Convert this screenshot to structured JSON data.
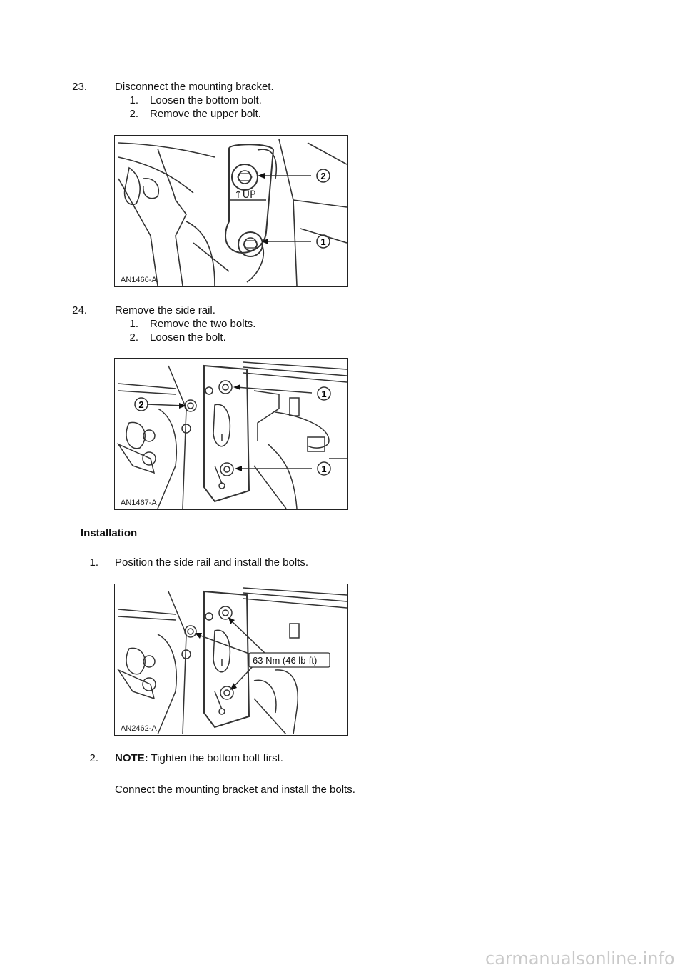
{
  "steps_removal": [
    {
      "number": "23.",
      "text": "Disconnect the mounting bracket.",
      "substeps": [
        {
          "number": "1.",
          "text": "Loosen the bottom bolt."
        },
        {
          "number": "2.",
          "text": "Remove the upper bolt."
        }
      ],
      "figure": {
        "code": "AN1466-A",
        "callouts": [
          "2",
          "1"
        ],
        "stamp": "↑UP"
      }
    },
    {
      "number": "24.",
      "text": "Remove the side rail.",
      "substeps": [
        {
          "number": "1.",
          "text": "Remove the two bolts."
        },
        {
          "number": "2.",
          "text": "Loosen the bolt."
        }
      ],
      "figure": {
        "code": "AN1467-A",
        "callouts": [
          "1",
          "2",
          "1"
        ]
      }
    }
  ],
  "installation": {
    "heading": "Installation",
    "steps": [
      {
        "number": "1.",
        "text": "Position the side rail and install the bolts.",
        "figure": {
          "code": "AN2462-A",
          "torque_label": "63 Nm (46 lb-ft)"
        }
      },
      {
        "number": "2.",
        "note_label": "NOTE:",
        "note_text": " Tighten the bottom bolt first.",
        "text": "Connect the mounting bracket and install the bolts."
      }
    ]
  },
  "footer": {
    "watermark": "carmanualsonline.info"
  }
}
